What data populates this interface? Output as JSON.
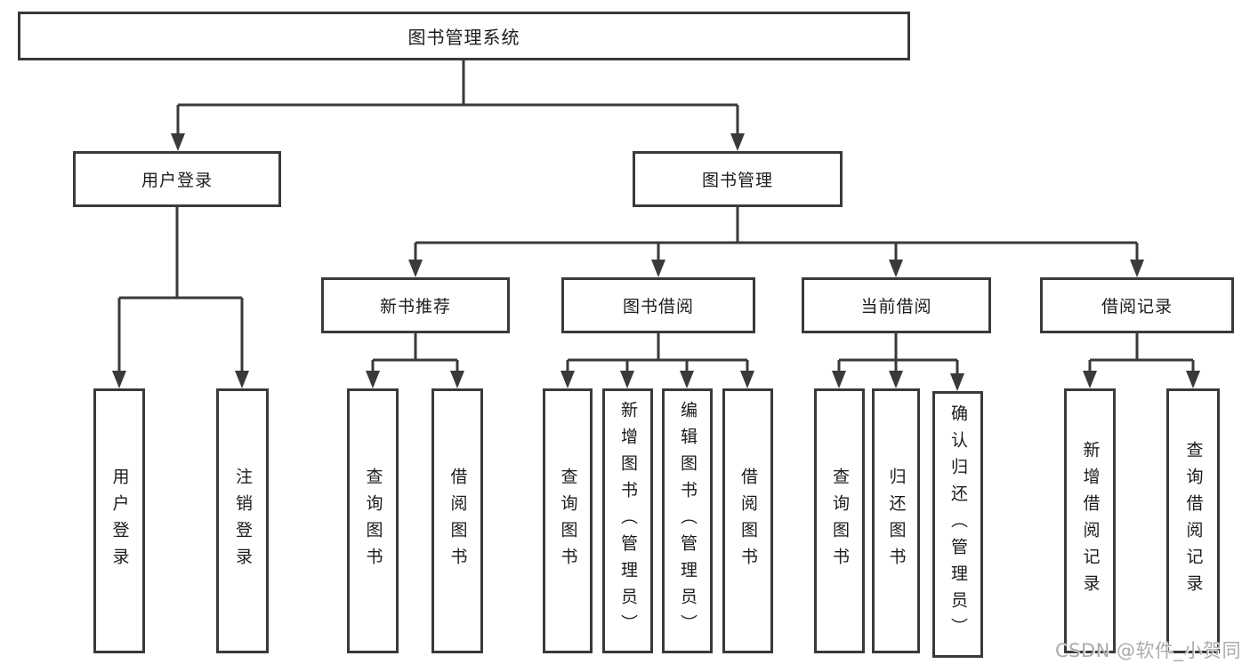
{
  "diagram": {
    "type": "hierarchy-tree",
    "tree": {
      "root": {
        "label": "图书管理系统",
        "children": [
          {
            "label": "用户登录",
            "children": [
              {
                "label": "用户登录"
              },
              {
                "label": "注销登录"
              }
            ]
          },
          {
            "label": "图书管理",
            "children": [
              {
                "label": "新书推荐",
                "children": [
                  {
                    "label": "查询图书"
                  },
                  {
                    "label": "借阅图书"
                  }
                ]
              },
              {
                "label": "图书借阅",
                "children": [
                  {
                    "label": "查询图书"
                  },
                  {
                    "label": "新增图书（管理员）"
                  },
                  {
                    "label": "编辑图书（管理员）"
                  },
                  {
                    "label": "借阅图书"
                  }
                ]
              },
              {
                "label": "当前借阅",
                "children": [
                  {
                    "label": "查询图书"
                  },
                  {
                    "label": "归还图书"
                  },
                  {
                    "label": "确认归还（管理员）"
                  }
                ]
              },
              {
                "label": "借阅记录",
                "children": [
                  {
                    "label": "新增借阅记录"
                  },
                  {
                    "label": "查询借阅记录"
                  }
                ]
              }
            ]
          }
        ]
      }
    },
    "watermark": "CSDN @软件_小贺同学",
    "colors": {
      "line": "#3a3a3a",
      "text": "#1c1c1e",
      "background": "#ffffff",
      "watermark": "#ababab"
    }
  }
}
